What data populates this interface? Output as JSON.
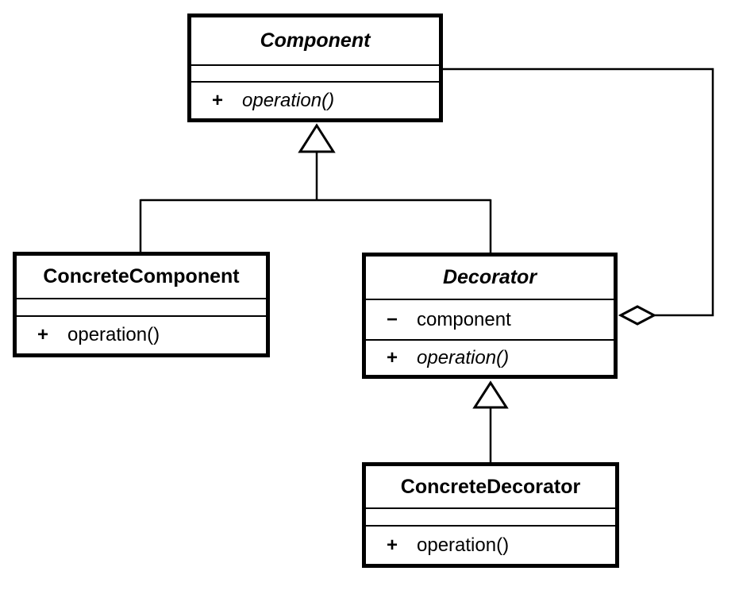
{
  "diagram": {
    "kind": "uml-class-diagram",
    "pattern": "Decorator",
    "colors": {
      "background": "#ffffff",
      "line": "#000000",
      "text": "#000000",
      "box_fill": "#ffffff"
    },
    "classes": [
      {
        "name": "Component",
        "abstract": true,
        "attributes": [],
        "operations": [
          {
            "sign": "+",
            "text": "operation()",
            "italic": true
          }
        ]
      },
      {
        "name": "ConcreteComponent",
        "abstract": false,
        "attributes": [],
        "operations": [
          {
            "sign": "+",
            "text": "operation()",
            "italic": false
          }
        ]
      },
      {
        "name": "Decorator",
        "abstract": true,
        "attributes": [
          {
            "sign": "−",
            "text": "component",
            "italic": false
          }
        ],
        "operations": [
          {
            "sign": "+",
            "text": "operation()",
            "italic": true
          }
        ]
      },
      {
        "name": "ConcreteDecorator",
        "abstract": false,
        "attributes": [],
        "operations": [
          {
            "sign": "+",
            "text": "operation()",
            "italic": false
          }
        ]
      }
    ],
    "relationships": [
      {
        "type": "generalization",
        "from": "ConcreteComponent",
        "to": "Component"
      },
      {
        "type": "generalization",
        "from": "Decorator",
        "to": "Component"
      },
      {
        "type": "generalization",
        "from": "ConcreteDecorator",
        "to": "Decorator"
      },
      {
        "type": "aggregation",
        "from": "Decorator",
        "to": "Component"
      }
    ]
  }
}
